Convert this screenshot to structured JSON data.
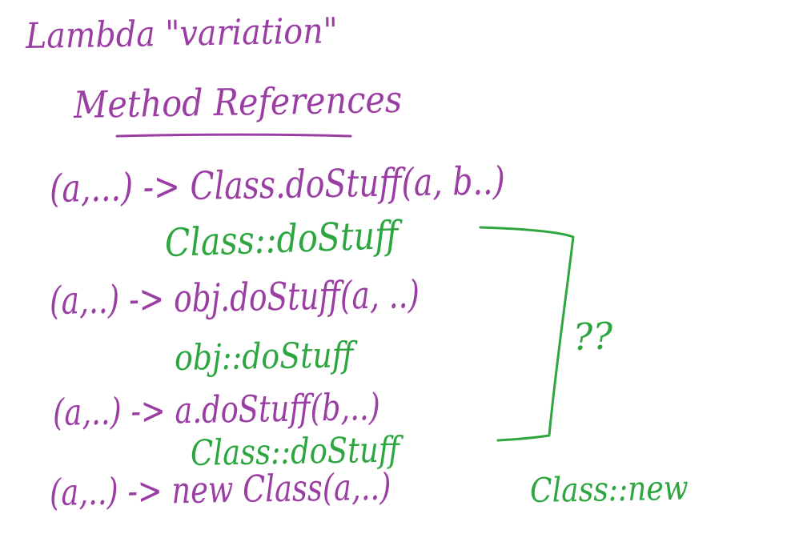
{
  "heading": {
    "title": "Lambda \"variation\"",
    "subtitle": "Method References"
  },
  "rows": [
    {
      "lambda": "(a,...) -> Class.doStuff(a, b..)",
      "reference": "Class::doStuff"
    },
    {
      "lambda": "(a,..) -> obj.doStuff(a, ..)",
      "reference": "obj::doStuff"
    },
    {
      "lambda": "(a,..) -> a.doStuff(b,..)",
      "reference": "Class::doStuff"
    },
    {
      "lambda": "(a,..) -> new Class(a,..)",
      "reference": "Class::new"
    }
  ],
  "annotation": {
    "question": "??"
  },
  "colors": {
    "purple_ink": "#9b3ea3",
    "green_ink": "#2ea640"
  }
}
